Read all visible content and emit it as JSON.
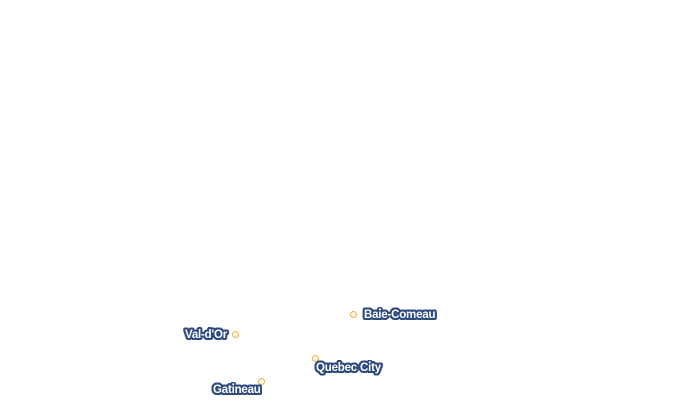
{
  "map": {
    "cities": [
      {
        "name": "Baie-Comeau"
      },
      {
        "name": "Val-d'Or"
      },
      {
        "name": "Quebec City"
      },
      {
        "name": "Gatineau"
      }
    ],
    "colors": {
      "dot_stroke": "#e7b04a",
      "label_halo": "#2e4a7d",
      "label_text": "#ffffff",
      "background": "#ffffff"
    }
  }
}
